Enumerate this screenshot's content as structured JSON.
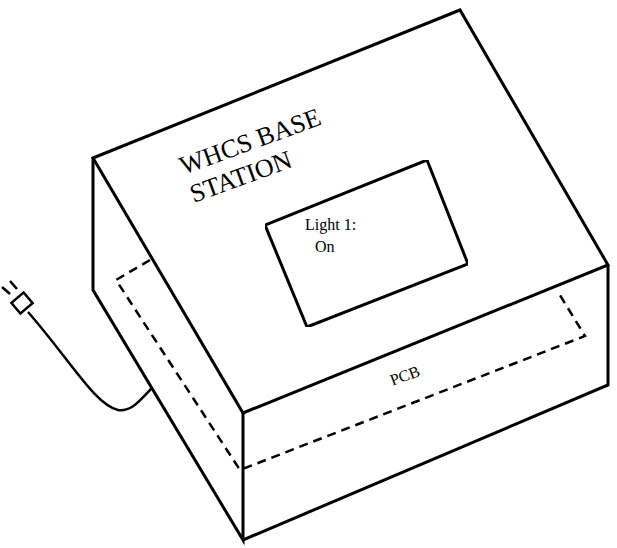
{
  "diagram": {
    "nodes": [
      {
        "text": [
          "Light 1:",
          "On"
        ]
      }
    ],
    "labels": [
      "WHCS BASE STATION",
      "PCB"
    ]
  }
}
